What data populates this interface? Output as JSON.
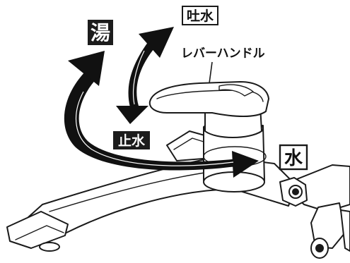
{
  "labels": {
    "hot": "湯",
    "discharge": "吐水",
    "lever_handle": "レバーハンドル",
    "stop": "止水",
    "cold": "水"
  },
  "colors": {
    "arrow": "#111111",
    "outline": "#1a1a1a",
    "fill": "#ffffff",
    "badge_dark": "#1c1c1c",
    "badge_text_light": "#ffffff"
  }
}
